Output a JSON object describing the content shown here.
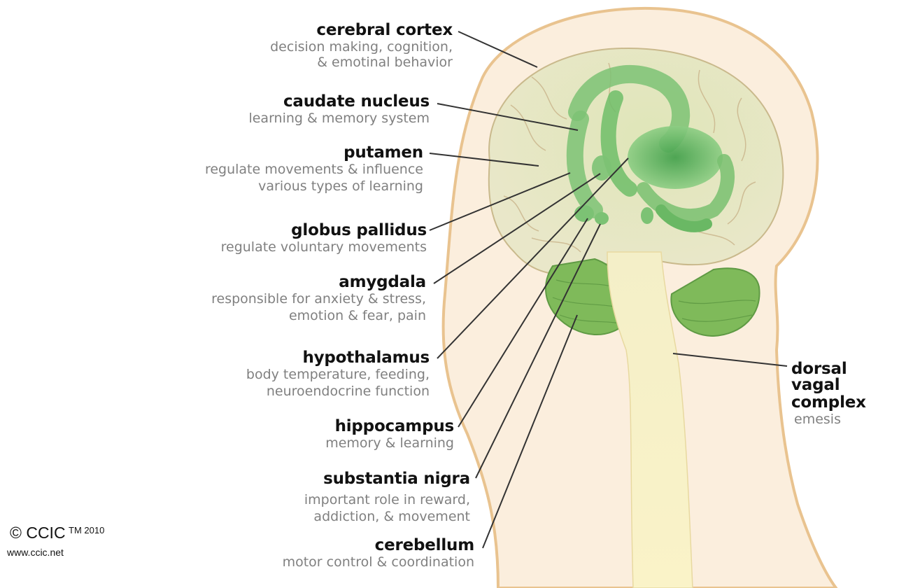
{
  "labels": [
    {
      "id": "cerebral-cortex",
      "title": "cerebral cortex",
      "desc": [
        "decision making, cognition,",
        "& emotinal behavior"
      ]
    },
    {
      "id": "caudate-nucleus",
      "title": "caudate nucleus",
      "desc": [
        "learning & memory system"
      ]
    },
    {
      "id": "putamen",
      "title": "putamen",
      "desc": [
        "regulate movements & influence",
        "various types of learning"
      ]
    },
    {
      "id": "globus-pallidus",
      "title": "globus pallidus",
      "desc": [
        "regulate voluntary movements"
      ]
    },
    {
      "id": "amygdala",
      "title": "amygdala",
      "desc": [
        "responsible for anxiety & stress,",
        "emotion & fear, pain"
      ]
    },
    {
      "id": "hypothalamus",
      "title": "hypothalamus",
      "desc": [
        "body temperature, feeding,",
        "neuroendocrine function"
      ]
    },
    {
      "id": "hippocampus",
      "title": "hippocampus",
      "desc": [
        "memory & learning"
      ]
    },
    {
      "id": "substantia-nigra",
      "title": "substantia nigra",
      "desc": [
        "important role in reward,",
        "addiction, & movement"
      ]
    },
    {
      "id": "cerebellum",
      "title": "cerebellum",
      "desc": [
        "motor control & coordination"
      ]
    },
    {
      "id": "dorsal-vagal-complex",
      "title": "dorsal vagal complex",
      "title_lines": [
        "dorsal vagal",
        "complex"
      ],
      "desc": [
        "emesis"
      ]
    }
  ],
  "copyright": {
    "symbol_text": "© CCIC",
    "tm": "TM 2010",
    "url": "www.ccic.net"
  },
  "colors": {
    "skin": "#fbeedd",
    "outline": "#e9c38f",
    "brain": "#e6e8c6",
    "green": "#6ec26a",
    "brainstem": "#fbf4c8",
    "leader": "#333333"
  }
}
